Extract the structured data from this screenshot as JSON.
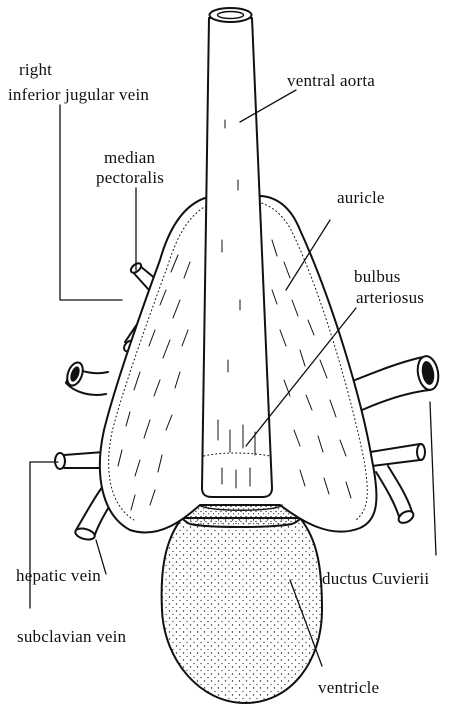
{
  "figure": {
    "labels": {
      "right": "right",
      "inferior_jugular_vein": "inferior jugular vein",
      "median": "median",
      "pectoralis": "pectoralis",
      "ventral_aorta": "ventral aorta",
      "auricle": "auricle",
      "bulbus": "bulbus",
      "arteriosus": "arteriosus",
      "ductus_cuvierii": "ductus Cuvierii",
      "hepatic_vein": "hepatic vein",
      "subclavian_vein": "subclavian vein",
      "ventricle": "ventricle"
    }
  },
  "colors": {
    "ink": "#111111",
    "paper": "#ffffff"
  }
}
